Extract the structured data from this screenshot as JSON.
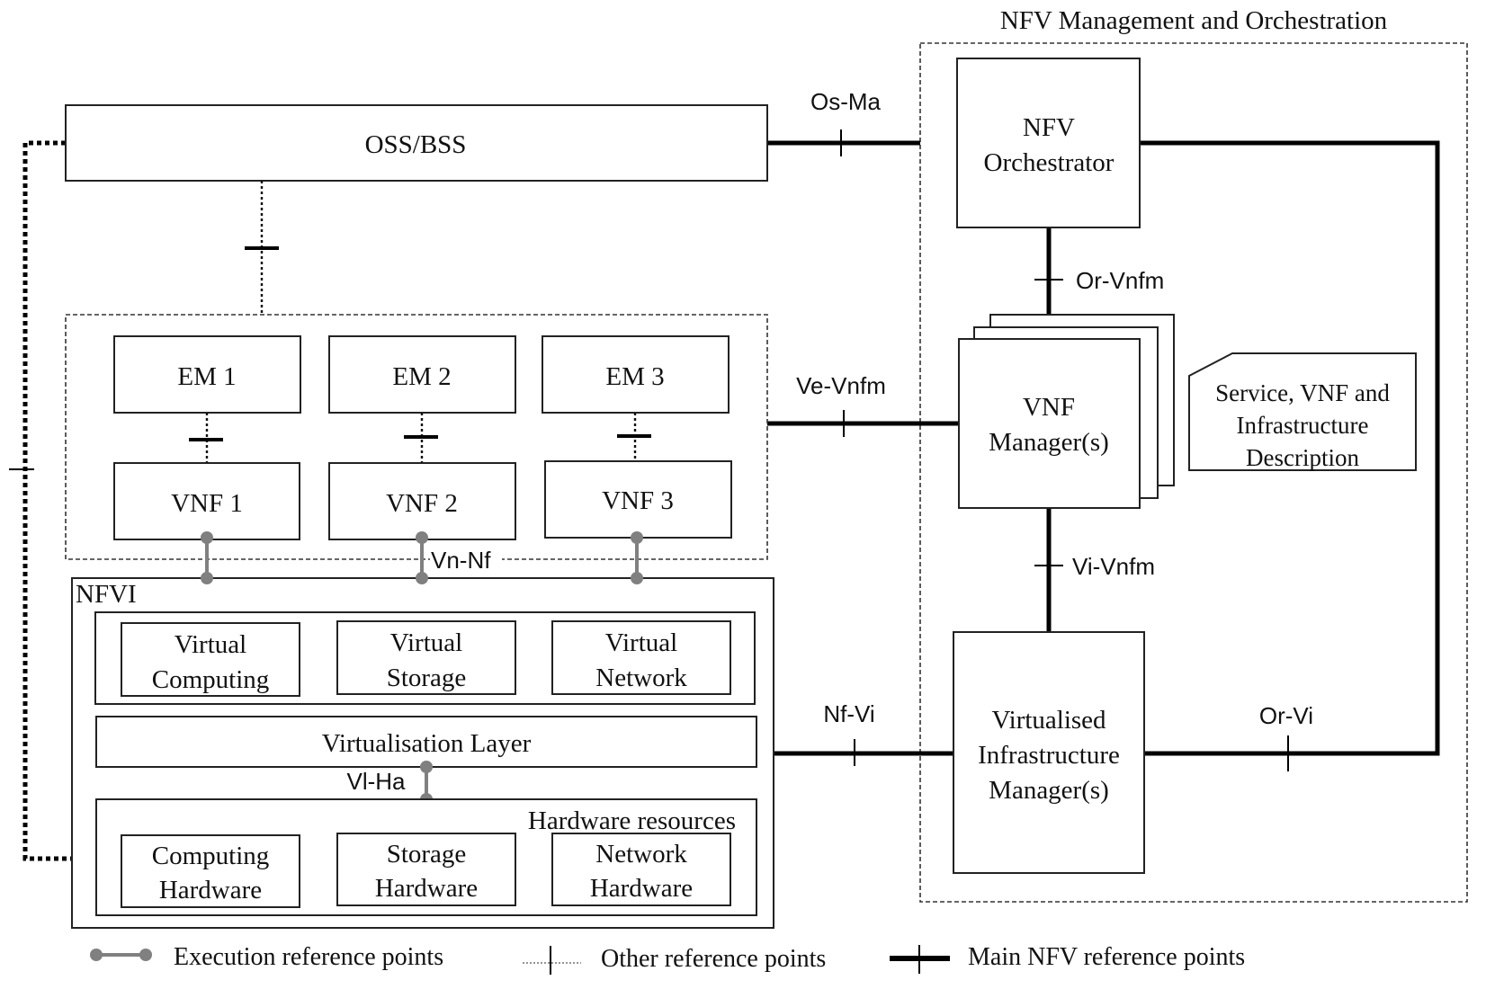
{
  "mano": {
    "title": "NFV Management and Orchestration",
    "orchestrator": [
      "NFV",
      "Orchestrator"
    ],
    "vnf_manager": [
      "VNF",
      "Manager(s)"
    ],
    "vim": [
      "Virtualised",
      "Infrastructure",
      "Manager(s)"
    ],
    "description": [
      "Service, VNF and",
      "Infrastructure",
      "Description"
    ]
  },
  "oss_bss": "OSS/BSS",
  "element_managers": [
    "EM 1",
    "EM 2",
    "EM 3"
  ],
  "vnfs": [
    "VNF 1",
    "VNF 2",
    "VNF 3"
  ],
  "nfvi": {
    "title": "NFVI",
    "virtual_resources": [
      [
        "Virtual",
        "Computing"
      ],
      [
        "Virtual",
        "Storage"
      ],
      [
        "Virtual",
        "Network"
      ]
    ],
    "virtualisation_layer": "Virtualisation Layer",
    "hardware_title": "Hardware resources",
    "hardware_resources": [
      [
        "Computing",
        "Hardware"
      ],
      [
        "Storage",
        "Hardware"
      ],
      [
        "Network",
        "Hardware"
      ]
    ]
  },
  "reference_points": {
    "os_ma": "Os-Ma",
    "or_vnfm": "Or-Vnfm",
    "ve_vnfm": "Ve-Vnfm",
    "vi_vnfm": "Vi-Vnfm",
    "nf_vi": "Nf-Vi",
    "or_vi": "Or-Vi",
    "vn_nf": "Vn-Nf",
    "vi_ha": "Vl-Ha"
  },
  "legend": {
    "execution": "Execution reference points",
    "other": "Other reference points",
    "main": "Main NFV reference points"
  },
  "colors": {
    "execution_ref": "#808080",
    "main_ref": "#000000",
    "box_stroke": "#222222"
  }
}
